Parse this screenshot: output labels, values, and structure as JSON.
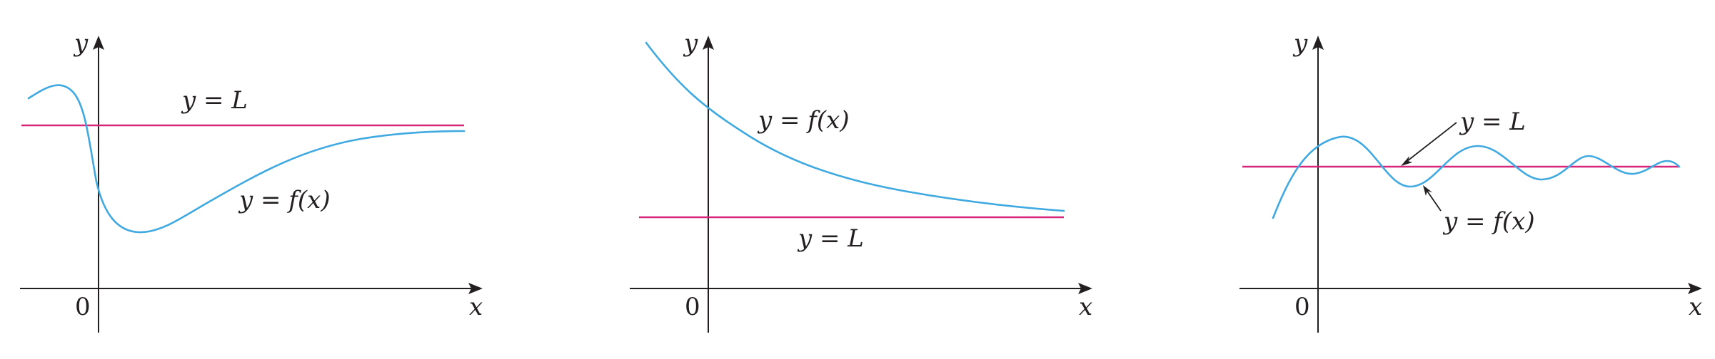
{
  "colors": {
    "curve": "#3fa9e0",
    "limit_line": "#d6277a",
    "axes": "#231f20"
  },
  "panels": [
    {
      "y_axis": "y",
      "x_axis": "x",
      "origin": "0",
      "limit_label": "y = L",
      "curve_label": "y = f(x)"
    },
    {
      "y_axis": "y",
      "x_axis": "x",
      "origin": "0",
      "limit_label": "y = L",
      "curve_label": "y = f(x)"
    },
    {
      "y_axis": "y",
      "x_axis": "x",
      "origin": "0",
      "limit_label": "y = L",
      "curve_label": "y = f(x)"
    }
  ]
}
